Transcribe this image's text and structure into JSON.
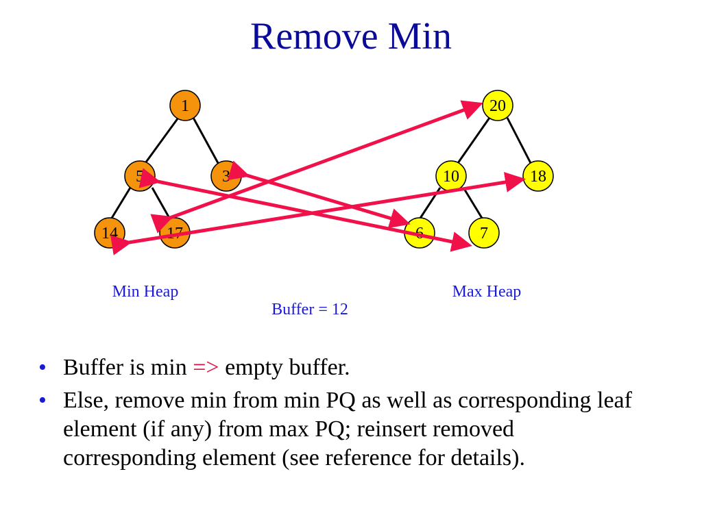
{
  "title": "Remove Min",
  "colors": {
    "min_node_fill": "#f5940c",
    "max_node_fill": "#ffff00",
    "edge": "#000000",
    "arrow": "#f0104a",
    "label_blue": "#1a1ad6",
    "title_blue": "#0b0b9a"
  },
  "min_heap": {
    "label": "Min Heap",
    "nodes": [
      {
        "id": "min-root",
        "value": "1"
      },
      {
        "id": "min-left",
        "value": "5"
      },
      {
        "id": "min-right",
        "value": "3"
      },
      {
        "id": "min-left-left",
        "value": "14"
      },
      {
        "id": "min-left-right",
        "value": "17"
      }
    ]
  },
  "max_heap": {
    "label": "Max Heap",
    "nodes": [
      {
        "id": "max-root",
        "value": "20"
      },
      {
        "id": "max-left",
        "value": "10"
      },
      {
        "id": "max-right",
        "value": "18"
      },
      {
        "id": "max-left-left",
        "value": "6"
      },
      {
        "id": "max-left-right",
        "value": "7"
      }
    ]
  },
  "buffer_label": "Buffer = 12",
  "bullets": [
    {
      "before": "Buffer is min ",
      "arrow": "=>",
      "after": " empty buffer."
    },
    {
      "text": "Else, remove min from min PQ as well as corresponding leaf element (if any) from max PQ; reinsert removed corresponding element (see reference for details)."
    }
  ]
}
